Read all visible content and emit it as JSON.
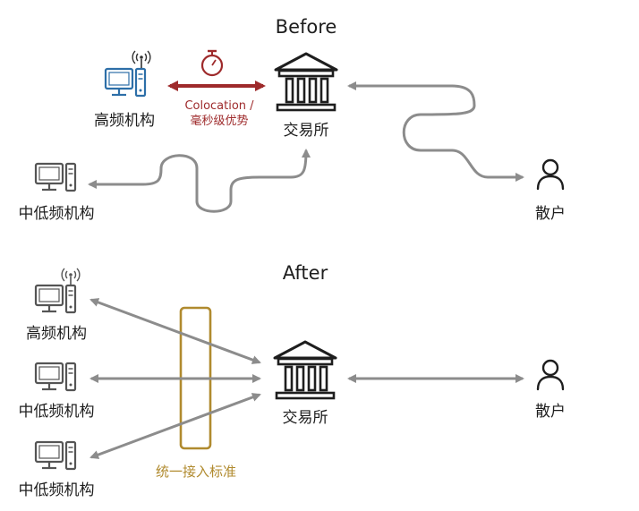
{
  "before": {
    "title": "Before",
    "hft_label": "高频机构",
    "mid_label": "中低频机构",
    "exchange_label": "交易所",
    "retail_label": "散户",
    "colocation_line1": "Colocation /",
    "colocation_line2": "毫秒级优势"
  },
  "after": {
    "title": "After",
    "hft_label": "高频机构",
    "mid_label_1": "中低频机构",
    "mid_label_2": "中低频机构",
    "exchange_label": "交易所",
    "retail_label": "散户",
    "standard_label": "统一接入标准"
  },
  "colors": {
    "hft_icon": "#2d6fa8",
    "colocation": "#9e2a2b",
    "standard": "#b08a2e",
    "arrow": "#8c8c8c",
    "icon": "#555555"
  },
  "icons": {
    "computer": "desktop-computer-icon",
    "exchange": "bank-building-icon",
    "person": "person-icon",
    "timer": "stopwatch-icon",
    "antenna": "antenna-icon"
  }
}
